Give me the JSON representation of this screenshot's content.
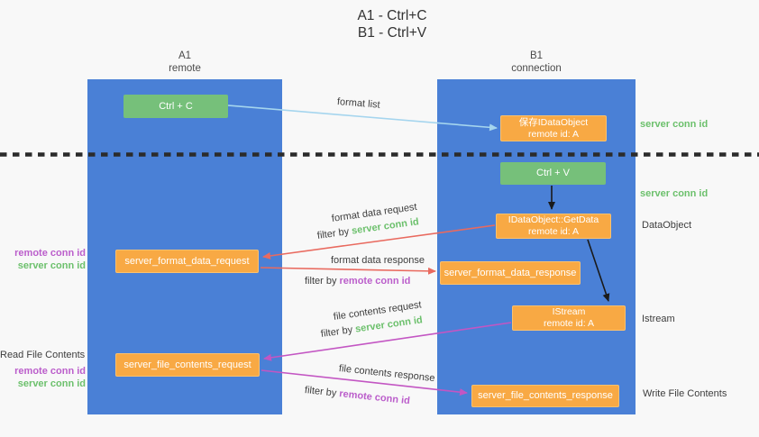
{
  "title": {
    "line1": "A1 - Ctrl+C",
    "line2": "B1 - Ctrl+V"
  },
  "columns": {
    "left": {
      "name": "A1",
      "subtitle": "remote"
    },
    "right": {
      "name": "B1",
      "subtitle": "connection"
    }
  },
  "nodes": {
    "ctrl_c": "Ctrl + C",
    "ctrl_v": "Ctrl + V",
    "save_dataobject_line1": "保存IDataObject",
    "save_dataobject_line2": "remote id: A",
    "getdata_line1": "IDataObject::GetData",
    "getdata_line2": "remote id: A",
    "istream_line1": "IStream",
    "istream_line2": "remote id: A",
    "server_format_data_request": "server_format_data_request",
    "server_format_data_response": "server_format_data_response",
    "server_file_contents_request": "server_file_contents_request",
    "server_file_contents_response": "server_file_contents_response"
  },
  "arrow_labels": {
    "format_list": "format list",
    "format_data_request": "format data request",
    "format_data_response": "format data response",
    "file_contents_request": "file contents request",
    "file_contents_response": "file contents response",
    "filter_by": "filter by",
    "server_conn_id": "server conn id",
    "remote_conn_id": "remote conn id"
  },
  "side_labels": {
    "right_server_conn_id_top": "server conn id",
    "right_server_conn_id_mid": "server conn id",
    "right_dataobject": "DataObject",
    "right_istream": "Istream",
    "right_write_file_contents": "Write File Contents",
    "left_remote_conn_id_top": "remote conn id",
    "left_server_conn_id_top": "server conn id",
    "left_read_file_contents": "Read File Contents",
    "left_remote_conn_id_bottom": "remote conn id",
    "left_server_conn_id_bottom": "server conn id"
  },
  "colors": {
    "column_blue": "#4a80d6",
    "box_green": "#76c07a",
    "box_orange": "#f8a944",
    "arrow_lightblue": "#a5d5ee",
    "arrow_red": "#e96a5f",
    "arrow_magenta": "#c356c3",
    "arrow_black": "#1a1a1a",
    "dotted_line": "#2b2b2b",
    "text_green": "#6cc06c",
    "text_purple": "#bb5ecb",
    "text_dark": "#3d3d3d"
  }
}
